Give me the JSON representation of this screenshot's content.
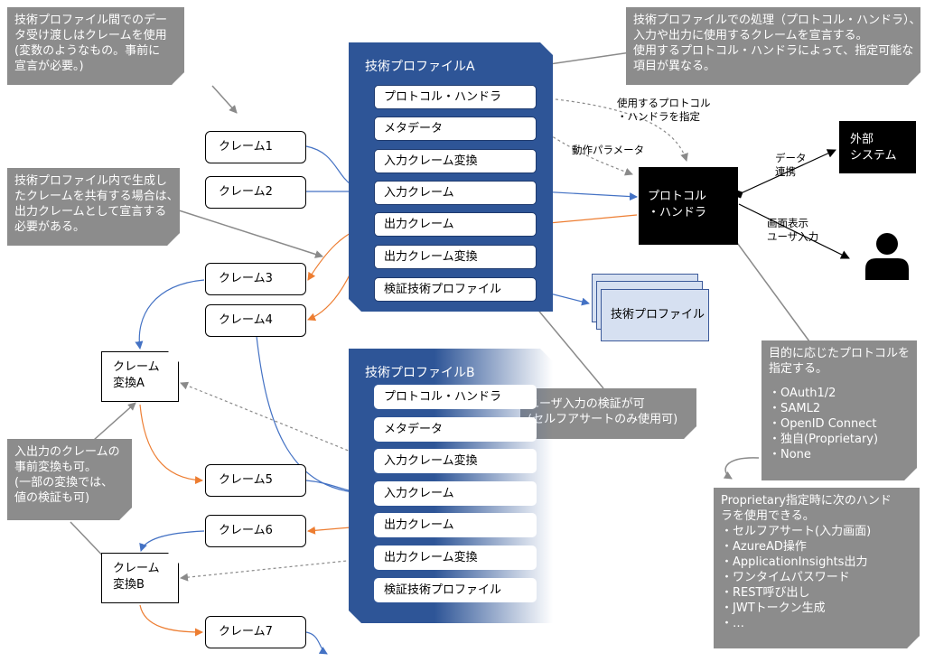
{
  "notes": {
    "claims_exchange": [
      "技術プロファイル間でのデー",
      "タ受け渡しはクレームを使用",
      "(変数のようなもの。事前に",
      "宣言が必要。)"
    ],
    "processing": [
      "技術プロファイルでの処理（プロトコル・ハンドラ）、",
      "入力や出力に使用するクレームを宣言する。",
      "使用するプロトコル・ハンドラによって、指定可能な",
      "項目が異なる。"
    ],
    "shared_claims": [
      "技術プロファイル内で生成し",
      "たクレームを共有する場合は、",
      "出力クレームとして宣言する",
      "必要がある。"
    ],
    "io_convert": [
      "入出力のクレームの",
      "事前変換も可。",
      "(一部の変換では、",
      "値の検証も可)"
    ],
    "validation": [
      "ユーザ入力の検証が可",
      "(セルフアサートのみ使用可)"
    ],
    "protocols_head": [
      "目的に応じたプロトコルを",
      "指定する。"
    ],
    "protocols_list": [
      "・OAuth1/2",
      "・SAML2",
      "・OpenID Connect",
      "・独自(Proprietary)",
      "・None"
    ],
    "handlers": [
      "Proprietary指定時に次のハンド",
      "ラを使用できる。",
      "・セルフアサート(入力画面)",
      "・AzureAD操作",
      "・ApplicationInsights出力",
      "・ワンタイムパスワード",
      "・REST呼び出し",
      "・JWTトークン生成",
      "・…"
    ]
  },
  "claims": {
    "c1": "クレーム1",
    "c2": "クレーム2",
    "c3": "クレーム3",
    "c4": "クレーム4",
    "c5": "クレーム5",
    "c6": "クレーム6",
    "c7": "クレーム7"
  },
  "converters": {
    "a": [
      "クレーム",
      "変換A"
    ],
    "b": [
      "クレーム",
      "変換B"
    ]
  },
  "profile_a": {
    "title": "技術プロファイルA",
    "items": [
      "プロトコル・ハンドラ",
      "メタデータ",
      "入力クレーム変換",
      "入力クレーム",
      "出力クレーム",
      "出力クレーム変換",
      "検証技術プロファイル"
    ]
  },
  "profile_b": {
    "title": "技術プロファイルB",
    "items": [
      "プロトコル・ハンドラ",
      "メタデータ",
      "入力クレーム変換",
      "入力クレーム",
      "出力クレーム",
      "出力クレーム変換",
      "検証技術プロファイル"
    ]
  },
  "protocol_handler": [
    "プロトコル",
    "・ハンドラ"
  ],
  "external_system": [
    "外部",
    "システム"
  ],
  "tech_profile": "技術プロファイル",
  "labels": {
    "use_handler": [
      "使用するプロトコル",
      "・ハンドラを指定"
    ],
    "action_params": "動作パラメータ",
    "data_link": [
      "データ",
      "連携"
    ],
    "screen": [
      "画面表示",
      "ユーザ入力"
    ]
  },
  "colors": {
    "profile": "#2e5597",
    "note": "#8c8c8c",
    "input_arrow": "#4472c4",
    "output_arrow": "#ed7d31",
    "tech_profile_fill": "#d6e0f1"
  },
  "icons": {
    "user": "user-icon"
  }
}
